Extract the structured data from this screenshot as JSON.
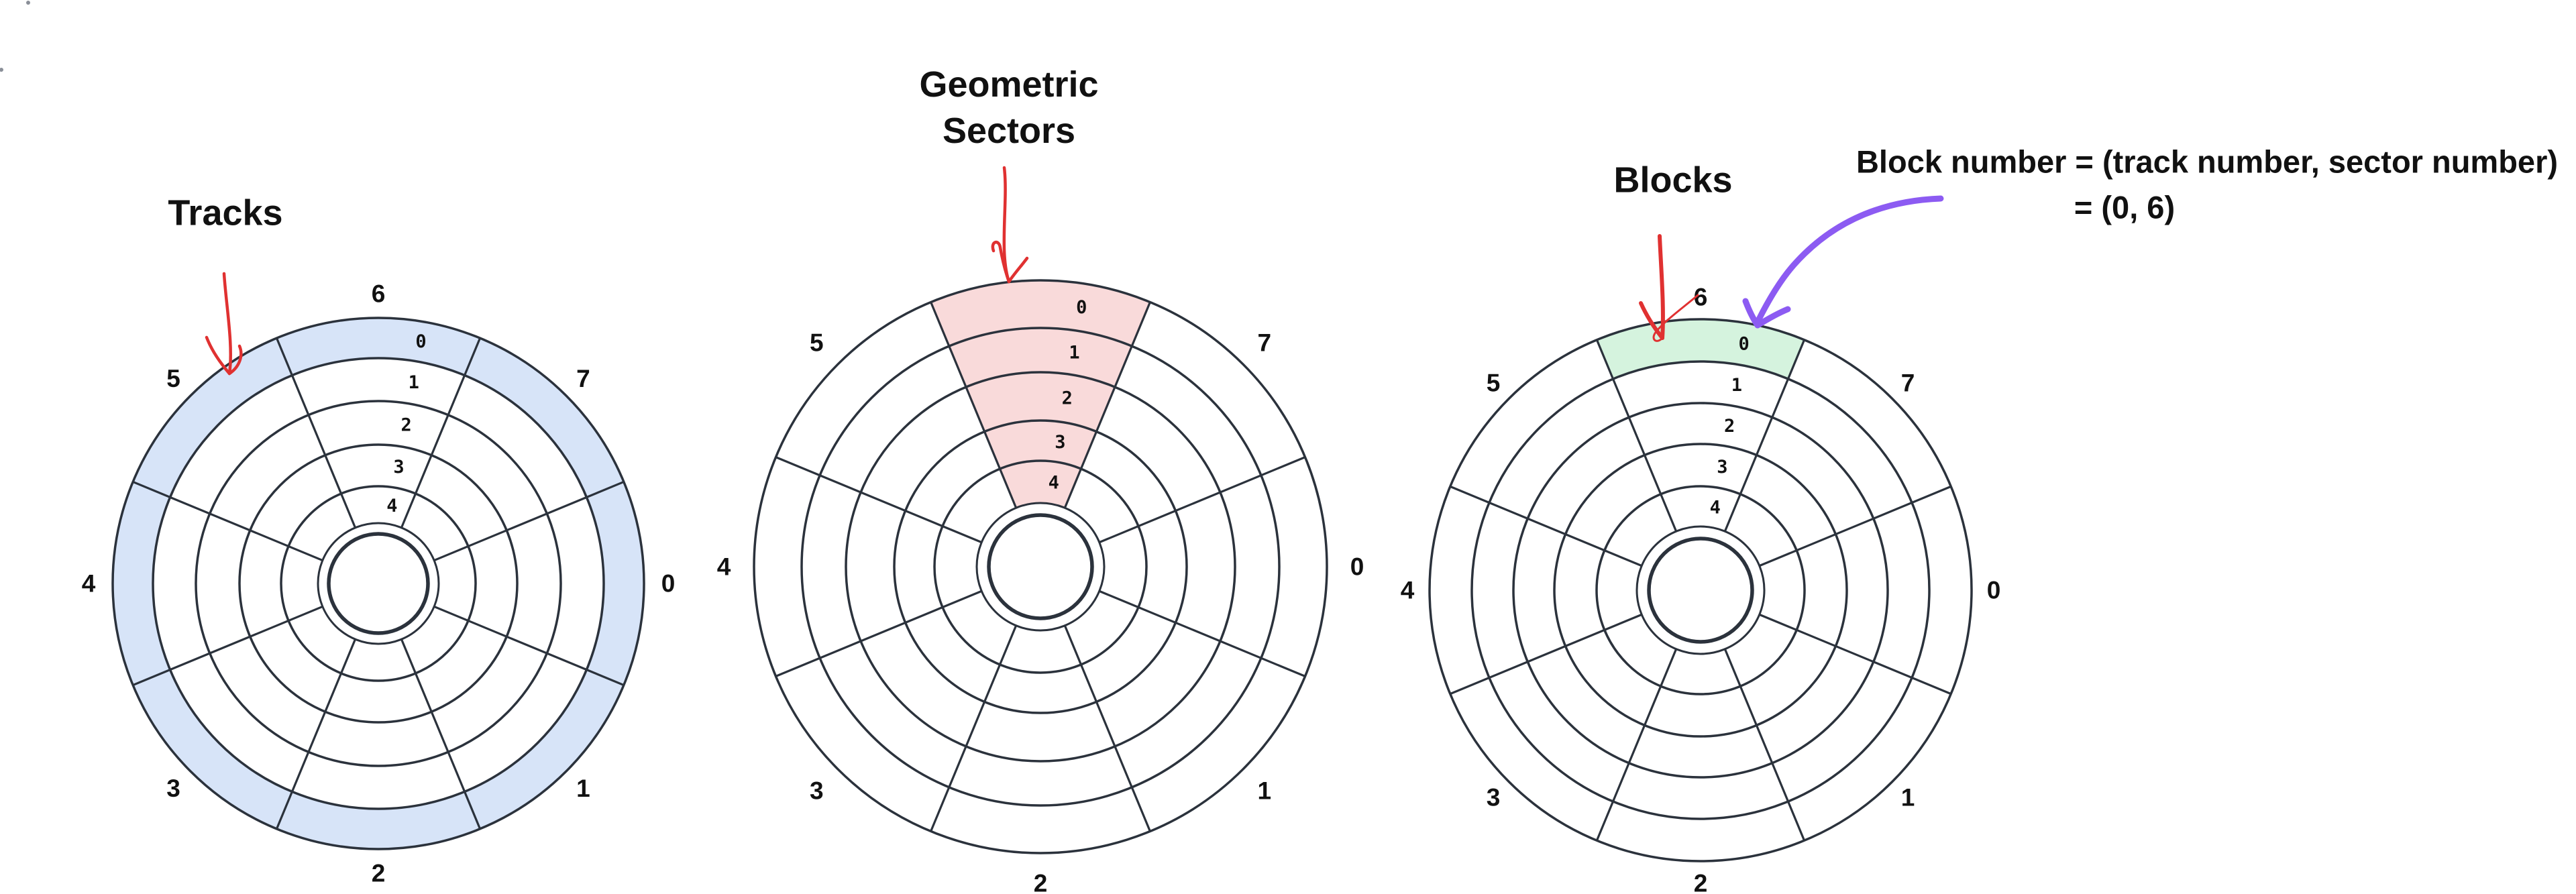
{
  "figure": {
    "background": "#ffffff",
    "description_labels": {
      "tracks": "Tracks",
      "geometric_sectors": "Geometric Sectors",
      "blocks": "Blocks"
    }
  },
  "colors": {
    "line": "#2b323c",
    "label_text": "#111111",
    "track_highlight": "#d7e4f8",
    "sector_highlight": "#f9dada",
    "block_highlight": "#d5f3de",
    "red_arrow": "#e03131",
    "purple_arrow": "#8c5bf2"
  },
  "diagrams": [
    {
      "id": "tracks",
      "title_lines": [
        "Tracks"
      ],
      "sector_labels": [
        "0",
        "7",
        "6",
        "5",
        "4",
        "3",
        "2",
        "1"
      ],
      "track_labels": [
        "0",
        "1",
        "2",
        "3",
        "4"
      ],
      "highlighted": "track 0 (outer ring, all sectors)"
    },
    {
      "id": "geometric-sectors",
      "title_lines": [
        "Geometric",
        "Sectors"
      ],
      "sector_labels": [
        "0",
        "7",
        "",
        "5",
        "4",
        "3",
        "2",
        "1"
      ],
      "track_labels": [
        "0",
        "1",
        "2",
        "3",
        "4"
      ],
      "highlighted": "sector 6 (full wedge at top)"
    },
    {
      "id": "blocks",
      "title_lines": [
        "Blocks"
      ],
      "sector_labels": [
        "0",
        "7",
        "6",
        "5",
        "4",
        "3",
        "2",
        "1"
      ],
      "track_labels": [
        "0",
        "1",
        "2",
        "3",
        "4"
      ],
      "highlighted": "block (0, 6) = track 0, sector 6"
    }
  ],
  "annotation": {
    "line1": "Block number = (track number, sector number)",
    "line2": "= (0, 6)"
  }
}
